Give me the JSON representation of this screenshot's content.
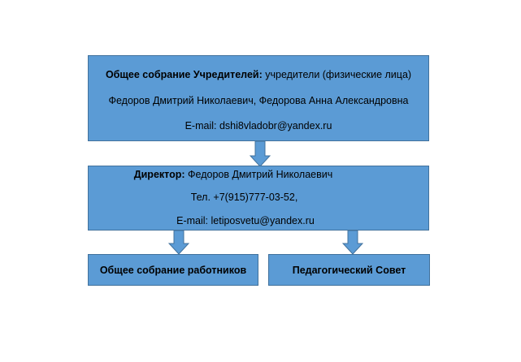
{
  "founders": {
    "heading": "Общее собрание Учредителей:",
    "heading_rest": "учредители (физические лица)",
    "names": "Федоров Дмитрий Николаевич, Федорова Анна Александровна",
    "email": "E-mail: dshi8vladobr@yandex.ru"
  },
  "director": {
    "heading": "Директор:",
    "name": "Федоров Дмитрий Николаевич",
    "phone": "Тел. +7(915)777-03-52,",
    "email": "E-mail: letiposvetu@yandex.ru"
  },
  "workers": {
    "label": "Общее собрание работников"
  },
  "council": {
    "label": "Педагогический Совет"
  },
  "colors": {
    "box_fill": "#5b9bd5",
    "box_border": "#41719c",
    "arrow_fill": "#5b9bd5",
    "arrow_border": "#41719c"
  }
}
